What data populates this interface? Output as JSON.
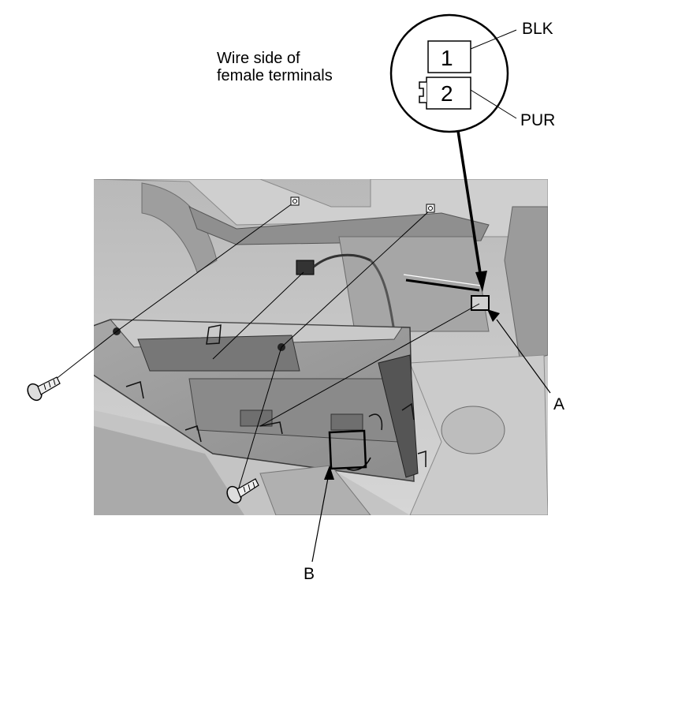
{
  "caption": {
    "line1": "Wire side of",
    "line2": "female terminals"
  },
  "connector": {
    "pins": [
      {
        "number": "1",
        "wire_color": "BLK"
      },
      {
        "number": "2",
        "wire_color": "PUR"
      }
    ]
  },
  "callouts": {
    "a": "A",
    "b": "B"
  }
}
